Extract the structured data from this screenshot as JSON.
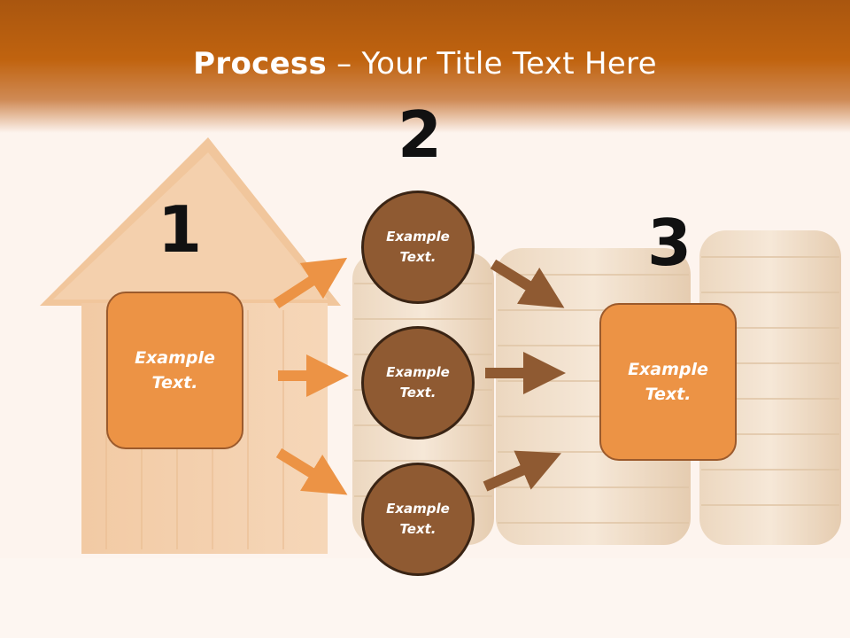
{
  "header": {
    "title_bold": "Process",
    "title_rest": " – Your Title Text Here"
  },
  "steps": [
    {
      "number": "1",
      "label": "Example\nText."
    },
    {
      "number": "2",
      "labels": [
        "Example\nText.",
        "Example\nText.",
        "Example\nText."
      ]
    },
    {
      "number": "3",
      "label": "Example\nText."
    }
  ],
  "colors": {
    "accent": "#ec9345",
    "circle": "#8f5a32",
    "header": "#c0630f"
  }
}
